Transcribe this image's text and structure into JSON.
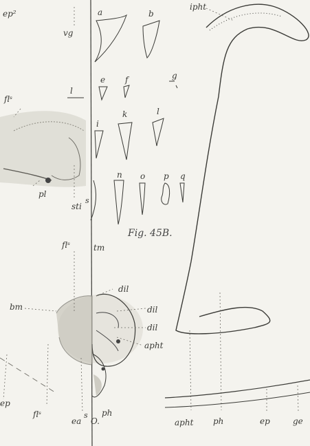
{
  "figure": {
    "caption": "Fig. 45B.",
    "labels": {
      "ep2": "ep²",
      "vg": "vg",
      "a": "a",
      "b": "b",
      "ipht_top": "ipht",
      "fls_left": "flˢ",
      "l_left": "l",
      "e": "e",
      "f": "f",
      "g": "g",
      "i": "i",
      "k": "k",
      "l_right": "l",
      "pl": "pl",
      "sti": "sti",
      "s_sup": "s",
      "n": "n",
      "o": "o",
      "p_small": "p",
      "q": "q",
      "tm": "tm",
      "fls_mid": "flˢ",
      "dil_top": "dil",
      "bm": "bm",
      "dil_2": "dil",
      "dil_3": "dil",
      "apht_mid": "apht",
      "ep_left": "ep",
      "fls_bottom": "flˢ",
      "ea": "ea",
      "ea_sup": "s",
      "ph_bottom": "ph",
      "O": "O.",
      "apht_bottom": "apht",
      "ph_right": "ph",
      "ep_right": "ep",
      "ge": "ge"
    }
  }
}
